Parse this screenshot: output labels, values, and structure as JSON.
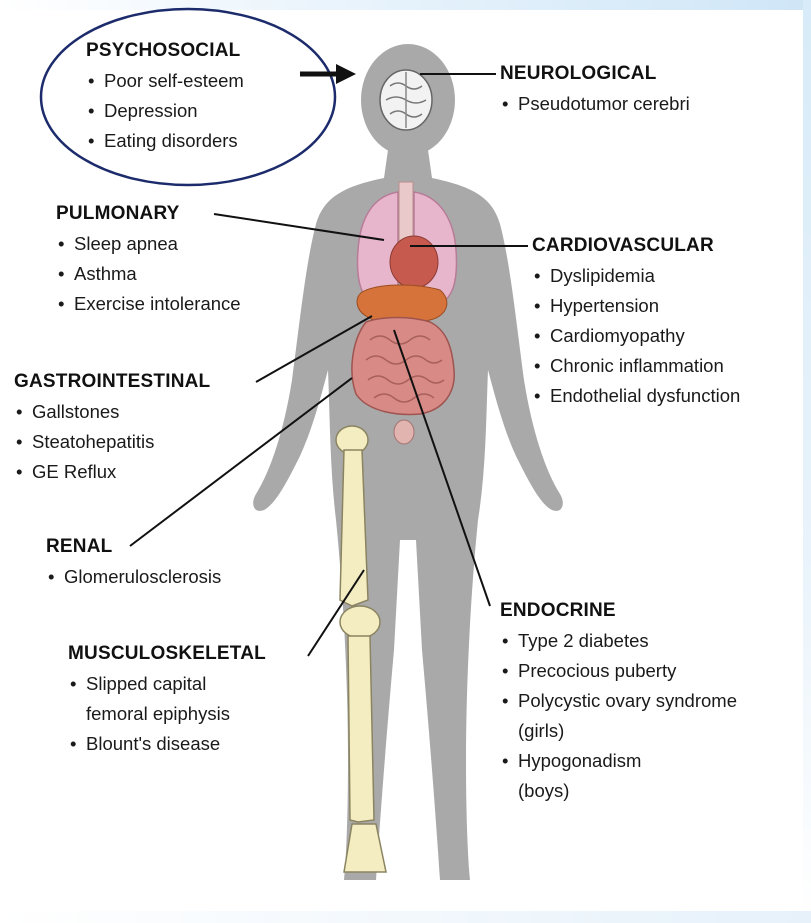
{
  "groups": {
    "psychosocial": {
      "heading": "PSYCHOSOCIAL",
      "items": [
        "Poor self-esteem",
        "Depression",
        "Eating disorders"
      ]
    },
    "neurological": {
      "heading": "NEUROLOGICAL",
      "items": [
        "Pseudotumor cerebri"
      ]
    },
    "pulmonary": {
      "heading": "PULMONARY",
      "items": [
        "Sleep apnea",
        "Asthma",
        "Exercise intolerance"
      ]
    },
    "cardiovascular": {
      "heading": "CARDIOVASCULAR",
      "items": [
        "Dyslipidemia",
        "Hypertension",
        "Cardiomyopathy",
        "Chronic inflammation",
        "Endothelial dysfunction"
      ]
    },
    "gastrointestinal": {
      "heading": "GASTROINTESTINAL",
      "items": [
        "Gallstones",
        "Steatohepatitis",
        "GE Reflux"
      ]
    },
    "renal": {
      "heading": "RENAL",
      "items": [
        "Glomerulosclerosis"
      ]
    },
    "musculoskeletal": {
      "heading": "MUSCULOSKELETAL",
      "items": [
        "Slipped capital",
        "femoral epiphysis",
        "Blount's disease"
      ]
    },
    "endocrine": {
      "heading": "ENDOCRINE",
      "items": [
        "Type 2 diabetes",
        "Precocious puberty",
        "Polycystic ovary syndrome",
        "(girls)",
        "Hypogonadism",
        "(boys)"
      ]
    }
  },
  "colors": {
    "silhouette": "#a9a9a9",
    "lungs": "#e8b6cc",
    "liver": "#d6733a",
    "intestine": "#d88a86",
    "bone": "#f4edc2",
    "ellipse": "#1c2b6b"
  },
  "icons": [
    "brain-icon",
    "arrow-icon"
  ]
}
